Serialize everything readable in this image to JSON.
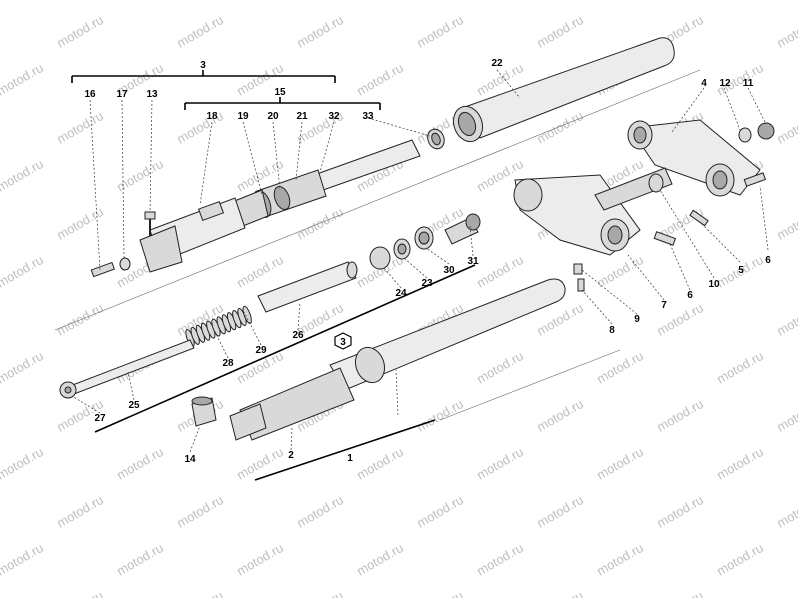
{
  "watermark": {
    "text": "motod.ru",
    "color": "#bfbfbf"
  },
  "callouts": [
    "1",
    "2",
    "3",
    "4",
    "5",
    "6",
    "6",
    "7",
    "8",
    "9",
    "10",
    "11",
    "12",
    "13",
    "14",
    "15",
    "16",
    "17",
    "18",
    "19",
    "20",
    "21",
    "22",
    "23",
    "24",
    "25",
    "26",
    "27",
    "28",
    "29",
    "30",
    "31",
    "32",
    "33"
  ],
  "subassembly_marker": "3"
}
